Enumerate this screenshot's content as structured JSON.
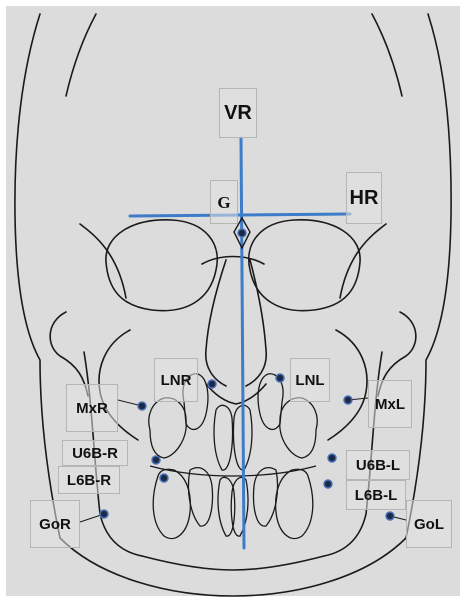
{
  "colors": {
    "background": "#dcdcdc",
    "outline": "#1a1a1a",
    "reference_lines": "#3d7cc9",
    "landmark_fill": "#1c2a4a",
    "landmark_ring": "#4b72b8"
  },
  "reference_lines": {
    "vertical": "VR",
    "horizontal": "HR"
  },
  "landmarks": {
    "G": "G",
    "LNR": "LNR",
    "LNL": "LNL",
    "MxR": "MxR",
    "MxL": "MxL",
    "U6B_R": "U6B-R",
    "U6B_L": "U6B-L",
    "L6B_R": "L6B-R",
    "L6B_L": "L6B-L",
    "GoR": "GoR",
    "GoL": "GoL"
  }
}
